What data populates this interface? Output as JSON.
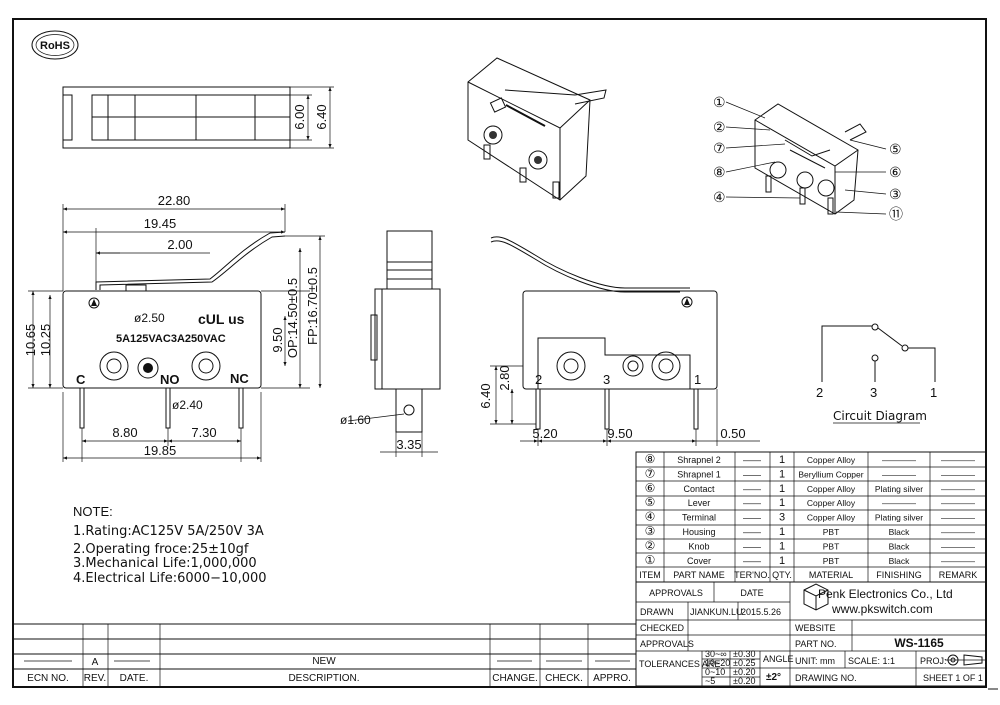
{
  "rohs": "RoHS",
  "top_view": {
    "dim_inner": "6.00",
    "dim_outer": "6.40"
  },
  "front_view": {
    "d_total_top": "22.80",
    "d_lever": "19.45",
    "d_lever_start": "2.00",
    "d_h_outer": "10.65",
    "d_h_inner": "10.25",
    "d_hole": "ø2.50",
    "rating_text": "5A125VAC3A250VAC",
    "ul_mark": "cUL us",
    "d_950": "9.50",
    "d_op": "OP:14.50±0.5",
    "d_fp": "FP:16.70±0.5",
    "pin_c": "C",
    "pin_no": "NO",
    "pin_nc": "NC",
    "d_pin": "ø2.40",
    "d_880": "8.80",
    "d_730": "7.30",
    "d_1985": "19.85"
  },
  "side_view": {
    "d_pin_dia": "ø1.60",
    "d_335": "3.35"
  },
  "rear_view": {
    "d_640": "6.40",
    "d_280": "2.80",
    "d_520": "5.20",
    "d_950": "9.50",
    "d_050": "0.50",
    "pin2": "2",
    "pin3": "3",
    "pin1": "1"
  },
  "iso_callouts": [
    "①",
    "②",
    "⑦",
    "⑧",
    "④",
    "⑤",
    "⑥",
    "③",
    "⑪"
  ],
  "circuit": {
    "title": "Circuit Diagram",
    "n2": "2",
    "n3": "3",
    "n1": "1"
  },
  "notes": {
    "heading": "NOTE:",
    "items": [
      "1.Rating:AC125V 5A/250V 3A",
      "2.Operating froce:25±10gf",
      "3.Mechanical Life:1,000,000",
      "4.Electrical Life:6000−10,000"
    ]
  },
  "bom": {
    "rows": [
      {
        "item": "⑧",
        "name": "Shrapnel 2",
        "ter": "——",
        "qty": "1",
        "material": "Copper Alloy",
        "finishing": "————",
        "remark": "————"
      },
      {
        "item": "⑦",
        "name": "Shrapnel 1",
        "ter": "——",
        "qty": "1",
        "material": "Beryllium Copper",
        "finishing": "————",
        "remark": "————"
      },
      {
        "item": "⑥",
        "name": "Contact",
        "ter": "——",
        "qty": "1",
        "material": "Copper Alloy",
        "finishing": "Plating silver",
        "remark": "————"
      },
      {
        "item": "⑤",
        "name": "Lever",
        "ter": "——",
        "qty": "1",
        "material": "Copper Alloy",
        "finishing": "————",
        "remark": "————"
      },
      {
        "item": "④",
        "name": "Terminal",
        "ter": "——",
        "qty": "3",
        "material": "Copper Alloy",
        "finishing": "Plating silver",
        "remark": "————"
      },
      {
        "item": "③",
        "name": "Housing",
        "ter": "——",
        "qty": "1",
        "material": "PBT",
        "finishing": "Black",
        "remark": "————"
      },
      {
        "item": "②",
        "name": "Knob",
        "ter": "——",
        "qty": "1",
        "material": "PBT",
        "finishing": "Black",
        "remark": "————"
      },
      {
        "item": "①",
        "name": "Cover",
        "ter": "——",
        "qty": "1",
        "material": "PBT",
        "finishing": "Black",
        "remark": "————"
      }
    ],
    "header": {
      "item": "ITEM",
      "name": "PART NAME",
      "ter": "TER'NO.",
      "qty": "QTY.",
      "material": "MATERIAL",
      "finishing": "FINISHING",
      "remark": "REMARK"
    }
  },
  "title_block": {
    "approvals_h": "APPROVALS",
    "date_h": "DATE",
    "drawn": "DRAWN",
    "drawn_by": "JIANKUN.LU",
    "drawn_date": "2015.5.26",
    "checked": "CHECKED",
    "approvals": "APPROVALS",
    "company": "Penk Electronics Co., Ltd",
    "website_url": "www.pkswitch.com",
    "website_h": "WEBSITE",
    "part_no_h": "PART NO.",
    "part_no": "WS-1165",
    "tolerances": "TOLERANCES ARE",
    "tol_ranges": [
      "30~∞",
      "10~20",
      "0~10",
      "~5"
    ],
    "tol_values": [
      "±0.30",
      "±0.25",
      "±0.20",
      "±0.20"
    ],
    "angle_h": "ANGLE",
    "angle_v": "±2°",
    "unit": "UNIT: mm",
    "scale": "SCALE:  1:1",
    "proj": "PROJ:",
    "drawing_no": "DRAWING NO.",
    "sheet": "SHEET  1  OF  1"
  },
  "revision_block": {
    "ecn_no": "ECN NO.",
    "rev": "REV.",
    "date": "DATE.",
    "description": "DESCRIPTION.",
    "change": "CHANGE.",
    "check": "CHECK.",
    "appro": "APPRO.",
    "rev_value": "A",
    "new_text": "NEW",
    "dash": "————"
  }
}
